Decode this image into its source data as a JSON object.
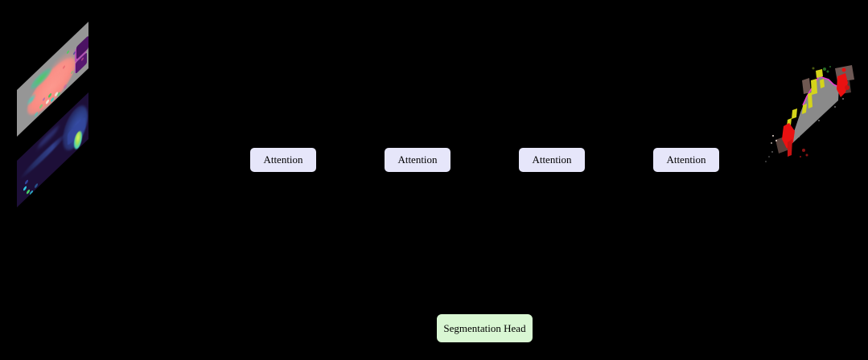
{
  "diagram": {
    "attention_boxes": [
      {
        "label": "Attention"
      },
      {
        "label": "Attention"
      },
      {
        "label": "Attention"
      },
      {
        "label": "Attention"
      }
    ],
    "segmentation_head": {
      "label": "Segmentation Head"
    }
  },
  "images": {
    "input_top": "projected-lidar-scan-segmentation-view",
    "input_bottom": "projected-lidar-scan-range-view",
    "output": "segmented-scene-prediction"
  },
  "palette": {
    "background": "#000000",
    "attention_box_fill": "#e6e6fa",
    "attention_box_border": "#000000",
    "segmentation_box_fill": "#d9f7d3",
    "segmentation_box_border": "#000000",
    "label_text": "#000000",
    "scan1_base": "#969696",
    "scan1_road": "#fa8b82",
    "scan2_base": "#1d0f38",
    "output_road": "#8a8a8a",
    "output_boundary": "#e83fd0",
    "output_objects": "#ea1111",
    "output_lane": "#d4d41a"
  }
}
